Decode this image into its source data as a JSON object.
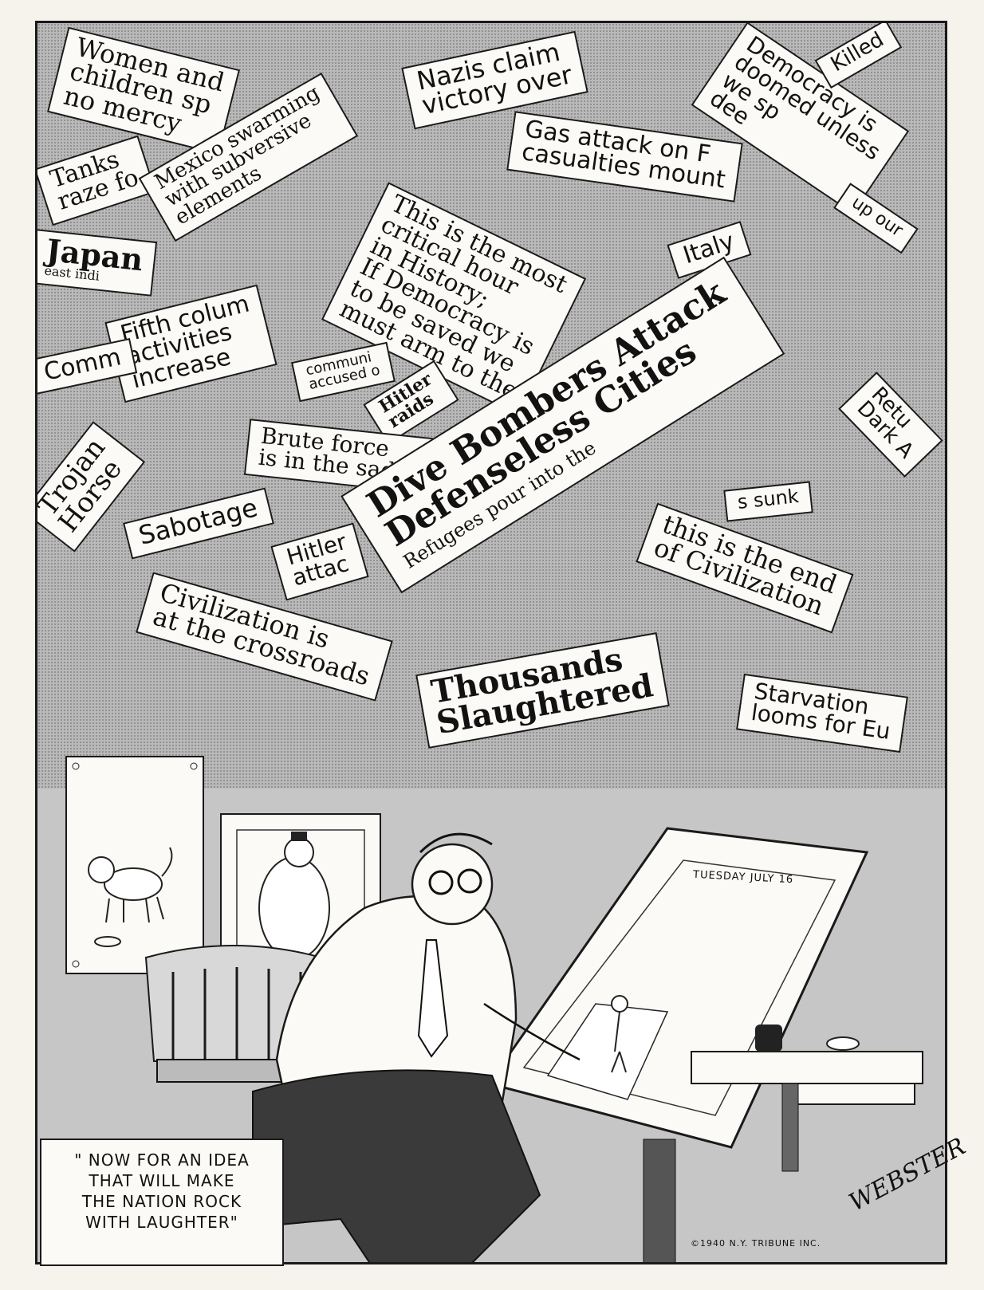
{
  "headlines": [
    {
      "lines": [
        "Women and",
        "children sp",
        "no mercy"
      ]
    },
    {
      "lines": [
        "Tanks",
        "raze fo"
      ]
    },
    {
      "lines": [
        "Mexico swarming",
        "with subversive",
        "elements"
      ]
    },
    {
      "lines": [
        "Nazis claim",
        "victory over"
      ]
    },
    {
      "lines": [
        "Gas attack on F",
        "casualties mount"
      ]
    },
    {
      "lines": [
        "Democracy is",
        "doomed unless",
        "we sp",
        "dee"
      ]
    },
    {
      "lines": [
        "up our"
      ]
    },
    {
      "lines": [
        "Killed"
      ]
    },
    {
      "lines": [
        "Japan",
        "east indi"
      ]
    },
    {
      "lines": [
        "This is the most",
        "critical hour",
        "in History;",
        "If Democracy is",
        "to be saved we",
        "must arm to the"
      ]
    },
    {
      "lines": [
        "Italy"
      ]
    },
    {
      "lines": [
        "Fifth colum",
        "activities",
        "increase"
      ]
    },
    {
      "lines": [
        "Comm"
      ]
    },
    {
      "lines": [
        "communi",
        "accused o"
      ]
    },
    {
      "lines": [
        "Hitler",
        "raids"
      ]
    },
    {
      "lines": [
        "Trojan",
        "Horse"
      ]
    },
    {
      "lines": [
        "Brute force",
        "is in the saddl"
      ]
    },
    {
      "lines": [
        "Dive Bombers Attack",
        "Defenseless Cities",
        "Refugees pour into the"
      ]
    },
    {
      "lines": [
        "Retu",
        "Dark A"
      ]
    },
    {
      "lines": [
        "Sabotage"
      ]
    },
    {
      "lines": [
        "s sunk"
      ]
    },
    {
      "lines": [
        "Hitler",
        "attac"
      ]
    },
    {
      "lines": [
        "this is the end",
        "of Civilization"
      ]
    },
    {
      "lines": [
        "Civilization is",
        "at the crossroads"
      ]
    },
    {
      "lines": [
        "Thousands",
        "Slaughtered"
      ]
    },
    {
      "lines": [
        "Starvation",
        "looms for Eu"
      ]
    }
  ],
  "caption": {
    "lines": [
      "\" NOW FOR AN IDEA",
      "THAT WILL MAKE",
      "THE NATION ROCK",
      "WITH LAUGHTER\""
    ]
  },
  "drawing_board_date": "TUESDAY JULY 16",
  "signature": "WEBSTER",
  "copyright": "©1940 N.Y. TRIBUNE INC."
}
